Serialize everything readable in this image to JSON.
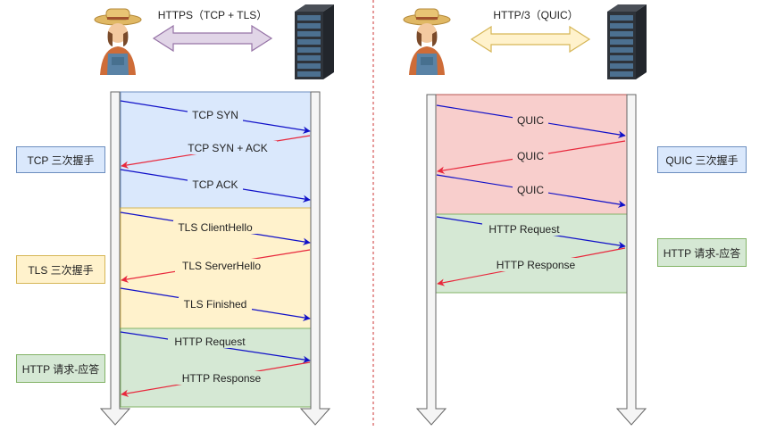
{
  "left": {
    "protocol_label": "HTTPS（TCP + TLS）",
    "phases": [
      {
        "name": "TCP 三次握手",
        "fill": "#dae8fc",
        "stroke": "#6c8ebf"
      },
      {
        "name": "TLS 三次握手",
        "fill": "#fff2cc",
        "stroke": "#d6b656"
      },
      {
        "name": "HTTP 请求-应答",
        "fill": "#d5e8d4",
        "stroke": "#82b366"
      }
    ],
    "messages": [
      {
        "label": "TCP SYN",
        "direction": "to-server"
      },
      {
        "label": "TCP SYN + ACK",
        "direction": "to-client"
      },
      {
        "label": "TCP ACK",
        "direction": "to-server"
      },
      {
        "label": "TLS ClientHello",
        "direction": "to-server"
      },
      {
        "label": "TLS ServerHello",
        "direction": "to-client"
      },
      {
        "label": "TLS Finished",
        "direction": "to-server"
      },
      {
        "label": "HTTP Request",
        "direction": "to-server"
      },
      {
        "label": "HTTP Response",
        "direction": "to-client"
      }
    ],
    "double_arrow_color": "#9673a6"
  },
  "right": {
    "protocol_label": "HTTP/3（QUIC）",
    "phases": [
      {
        "name": "QUIC 三次握手",
        "fill": "#dae8fc",
        "stroke": "#6c8ebf"
      },
      {
        "name": "HTTP 请求-应答",
        "fill": "#d5e8d4",
        "stroke": "#82b366"
      }
    ],
    "messages": [
      {
        "label": "QUIC",
        "direction": "to-server"
      },
      {
        "label": "QUIC",
        "direction": "to-client"
      },
      {
        "label": "QUIC",
        "direction": "to-server"
      },
      {
        "label": "HTTP Request",
        "direction": "to-server"
      },
      {
        "label": "HTTP Response",
        "direction": "to-client"
      }
    ],
    "double_arrow_color": "#d6b656"
  },
  "colors": {
    "to_server_arrow": "#1010c8",
    "to_client_arrow": "#e8283c",
    "quic_handshake_fill": "#f8cecc",
    "lifeline_fill": "#f5f5f5",
    "lifeline_stroke": "#666666",
    "divider": "#cc3333"
  },
  "icons": [
    "farmer-client-icon",
    "server-rack-icon"
  ]
}
